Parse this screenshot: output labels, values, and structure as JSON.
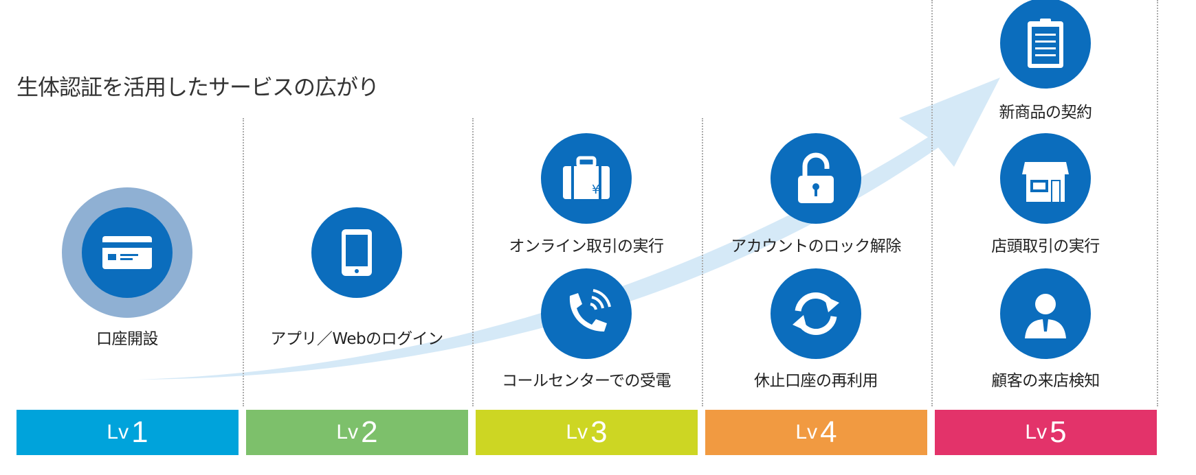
{
  "title": "生体認証を活用したサービスの広がり",
  "levels": [
    {
      "prefix": "Lv",
      "num": "1",
      "color": "#00a3db"
    },
    {
      "prefix": "Lv",
      "num": "2",
      "color": "#7dc06b"
    },
    {
      "prefix": "Lv",
      "num": "3",
      "color": "#cdd623"
    },
    {
      "prefix": "Lv",
      "num": "4",
      "color": "#f19a41"
    },
    {
      "prefix": "Lv",
      "num": "5",
      "color": "#e3336a"
    }
  ],
  "services": {
    "account_open": "口座開設",
    "app_login": "アプリ／Webのログイン",
    "online_trade": "オンライン取引の実行",
    "call_center": "コールセンターでの受電",
    "account_unlock": "アカウントのロック解除",
    "dormant_reuse": "休止口座の再利用",
    "new_contract": "新商品の契約",
    "store_trade": "店頭取引の実行",
    "visit_detect": "顧客の来店検知"
  },
  "colors": {
    "icon_blue": "#0b6dbd",
    "ring": "#8fb0d3",
    "arrow": "#d5e9f7"
  }
}
